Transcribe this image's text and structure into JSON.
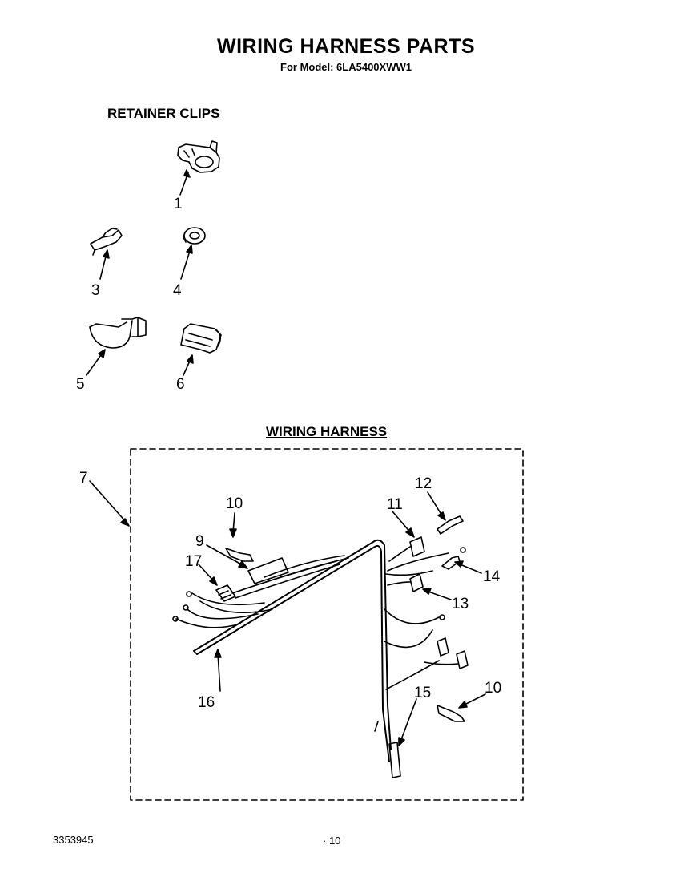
{
  "header": {
    "title": "WIRING HARNESS PARTS",
    "subtitle": "For Model: 6LA5400XWW1"
  },
  "sections": {
    "retainer_clips": "RETAINER CLIPS",
    "wiring_harness": "WIRING HARNESS"
  },
  "callouts": {
    "c1": "1",
    "c3": "3",
    "c4": "4",
    "c5": "5",
    "c6": "6",
    "c7": "7",
    "c9": "9",
    "c10a": "10",
    "c10b": "10",
    "c11": "11",
    "c12": "12",
    "c13": "13",
    "c14": "14",
    "c15": "15",
    "c16": "16",
    "c17": "17"
  },
  "footer": {
    "doc_number": "3353945",
    "page_number": "· 10"
  }
}
